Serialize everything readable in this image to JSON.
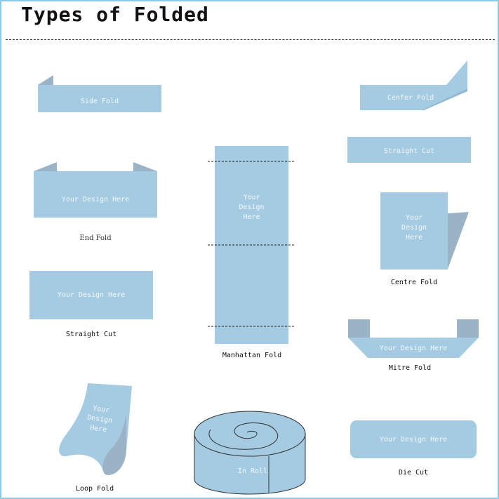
{
  "title": "Types of Folded",
  "colors": {
    "band": "#a5cbe3",
    "shade": "#9ab3c6",
    "frame": "#8cc8e8"
  },
  "folds": {
    "side_fold": {
      "inner": "Side Fold"
    },
    "center_fold_top": {
      "inner": "Cenfer Fold"
    },
    "straight_cut_top": {
      "inner": "Straight Cut"
    },
    "end_fold": {
      "inner": "Your Design Here",
      "label": "End Fold"
    },
    "manhattan_fold": {
      "inner_lines": [
        "Your",
        "Design",
        "Here"
      ],
      "label": "Manhattan Fold"
    },
    "centre_fold": {
      "inner_lines": [
        "Your",
        "Design",
        "Here"
      ],
      "label": "Centre Fold"
    },
    "straight_cut": {
      "inner": "Your Design Here",
      "label": "Straight Cut"
    },
    "mitre_fold": {
      "inner": "Your Design Here",
      "label": "Mitre Fold"
    },
    "loop_fold": {
      "inner_lines": [
        "Your",
        "Design",
        "Here"
      ],
      "label": "Loop Fold"
    },
    "in_roll": {
      "inner": "In Roll"
    },
    "die_cut": {
      "inner": "Your Design Here",
      "label": "Die Cut"
    }
  }
}
